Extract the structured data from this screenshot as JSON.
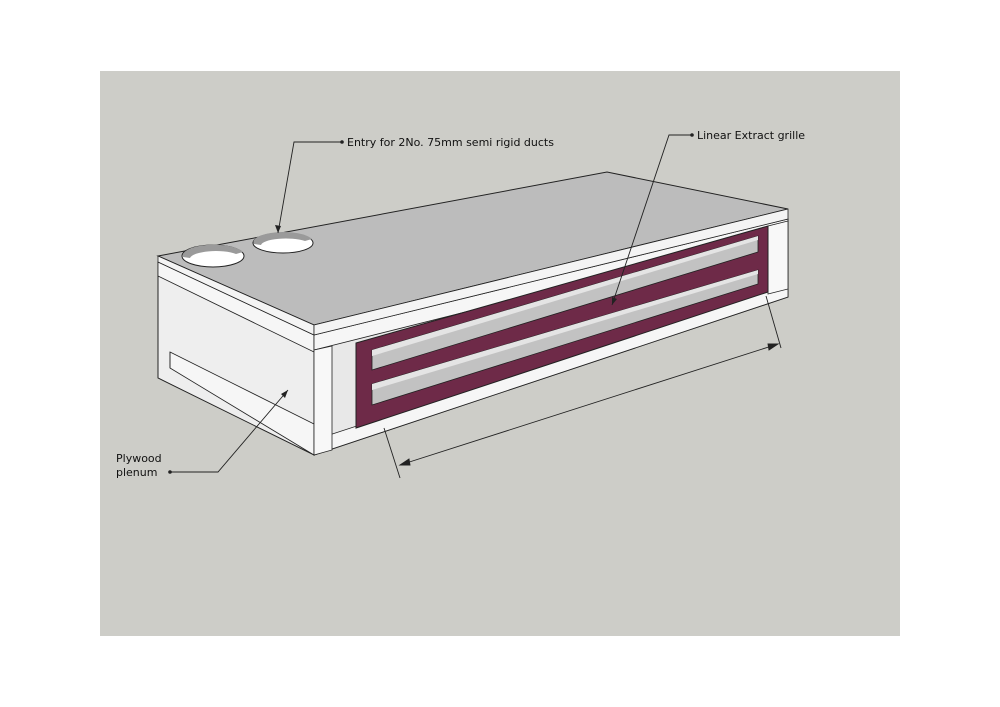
{
  "labels": {
    "ducts": "Entry for 2No. 75mm semi rigid ducts",
    "grille": "Linear Extract grille",
    "plenum_line1": "Plywood",
    "plenum_line2": "plenum"
  },
  "colors": {
    "background": "#cdcdc8",
    "top_face": "#bdbdbd",
    "side_face": "#eeeeee",
    "trim": "#f4f4f4",
    "grille_frame": "#6e2a48",
    "slot": "#bfbfbf",
    "line": "#222222"
  }
}
